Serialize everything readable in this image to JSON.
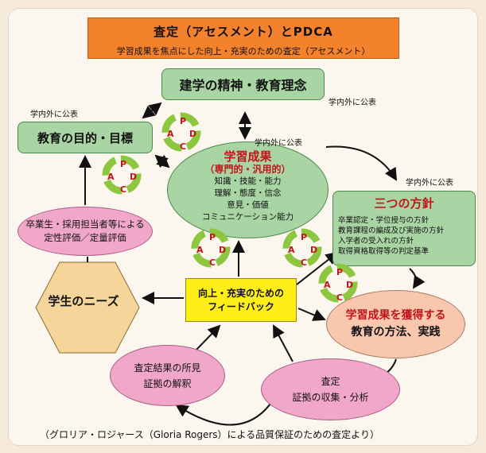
{
  "header": {
    "title": "査定（アセスメント）とPDCA",
    "subtitle": "学習成果を焦点にした向上・充実のための査定（アセスメント）"
  },
  "nodes": {
    "spirit": "建学の精神・教育理念",
    "goals": "教育の目的・目標",
    "outcomes": {
      "title": "学習成果",
      "subtitle": "（専門的・汎用的）",
      "lines": [
        "知識・技能・能力",
        "理解・態度・信念",
        "意見・価値",
        "コミュニケーション能力"
      ]
    },
    "policies": {
      "title": "三つの方針",
      "lines": [
        "卒業認定・学位授与の方針",
        "教育課程の編成及び実施の方針",
        "入学者の受入れの方針",
        "取得資格取得等の判定基準"
      ]
    },
    "graduates": [
      "卒業生・採用担当者等による",
      "定性評価／定量評価"
    ],
    "needs": "学生のニーズ",
    "feedback": [
      "向上・充実のための",
      "フィードバック"
    ],
    "method": [
      "学習成果を獲得する",
      "教育の方法、実践"
    ],
    "assessment": [
      "査定",
      "証拠の収集・分析"
    ],
    "findings": [
      "査定結果の所見",
      "証拠の解釈"
    ]
  },
  "notes": {
    "disclosure": "学内外に公表"
  },
  "pdca": [
    "P",
    "D",
    "C",
    "A"
  ],
  "footer": "（グロリア・ロジャース（Gloria Rogers）による品質保証のための査定より）",
  "colors": {
    "title_bg": "#f4822d",
    "green": "#a9d4a3",
    "pink": "#f0a7c9",
    "salmon": "#f9c7ae",
    "yellow": "#ffee18",
    "hex": "#f6d59b",
    "red_text": "#c2151b",
    "pdca_ring": "#8dc63f"
  }
}
